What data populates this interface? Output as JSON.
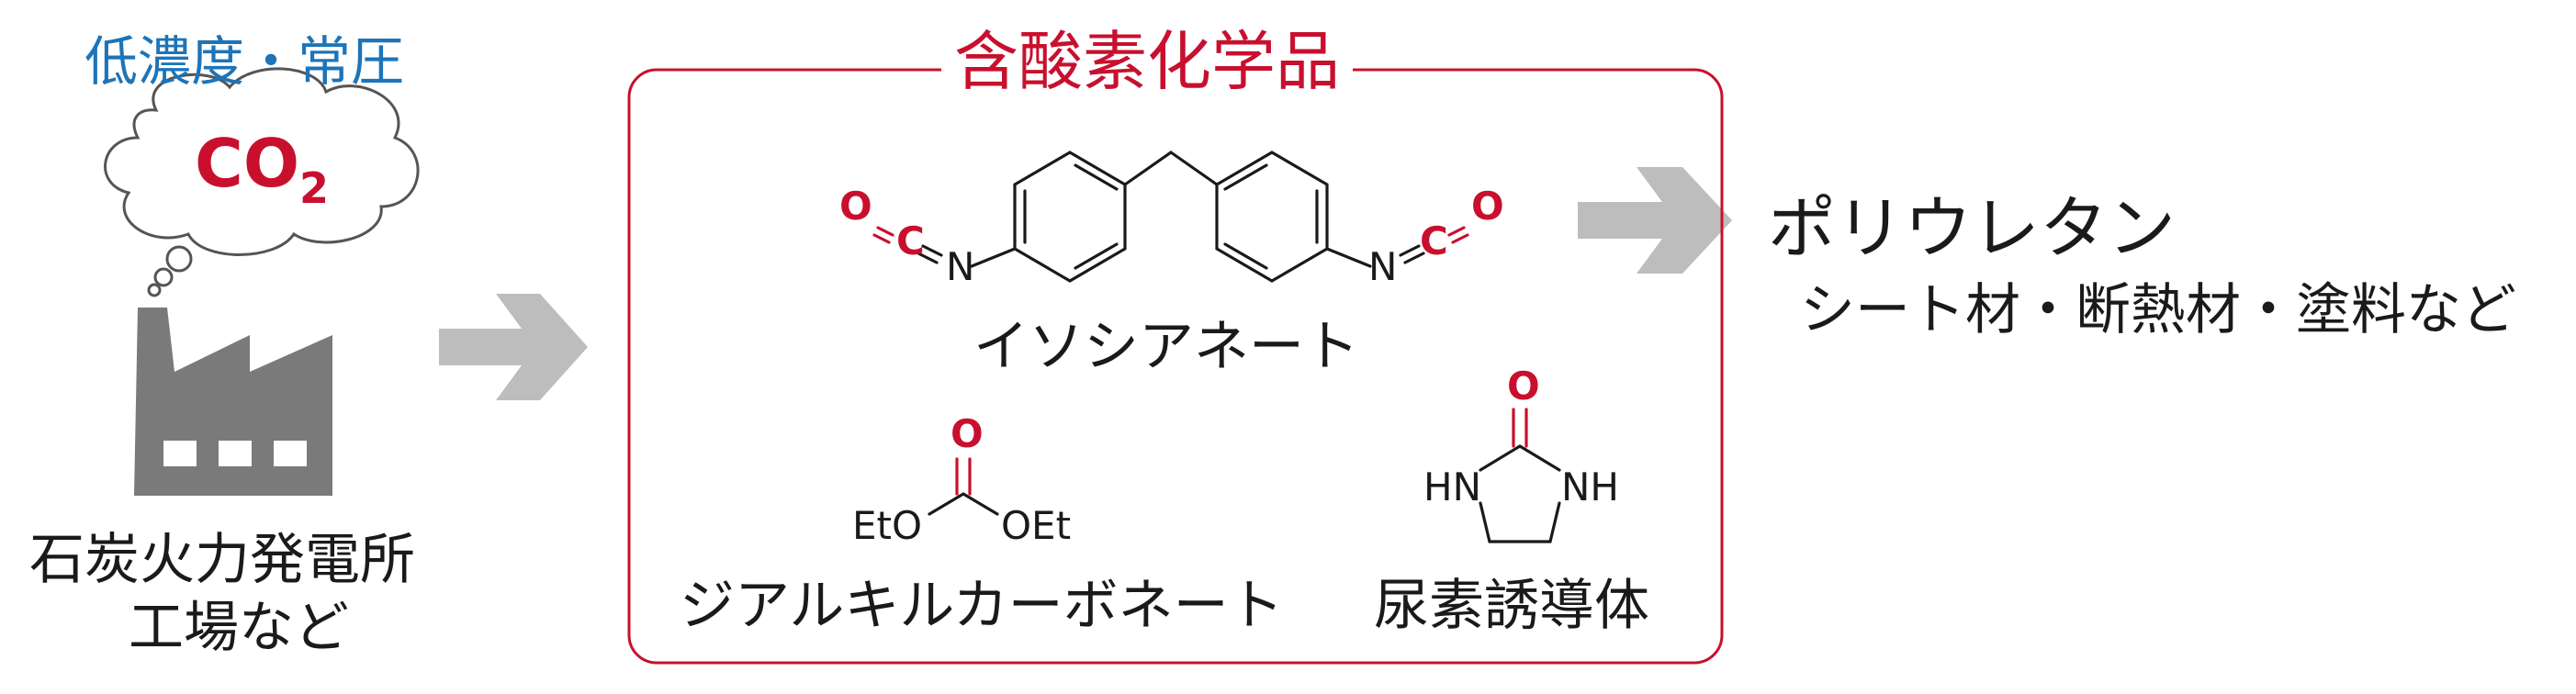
{
  "input": {
    "condition_label": "低濃度・常圧",
    "co2_main": "CO",
    "co2_subscript": "2",
    "source_line1": "石炭火力発電所",
    "source_line2": "工場など"
  },
  "chemicals": {
    "group_title": "含酸素化学品",
    "isocyanate": {
      "label": "イソシアネート",
      "atoms": {
        "oxygen": "O",
        "carbon": "C",
        "nitrogen": "N"
      }
    },
    "dialkyl_carbonate": {
      "label": "ジアルキルカーボネート",
      "atoms": {
        "oxygen": "O",
        "left_group": "EtO",
        "right_group": "OEt"
      }
    },
    "urea_derivative": {
      "label": "尿素誘導体",
      "atoms": {
        "oxygen": "O",
        "left_nh": "HN",
        "right_nh": "NH"
      }
    }
  },
  "output": {
    "product_name": "ポリウレタン",
    "uses": "シート材・断熱材・塗料など"
  },
  "colors": {
    "accent_red": "#c8102e",
    "condition_blue": "#1d74b8",
    "arrow_gray": "#bdbdbd",
    "factory_gray": "#7a7a7a"
  }
}
